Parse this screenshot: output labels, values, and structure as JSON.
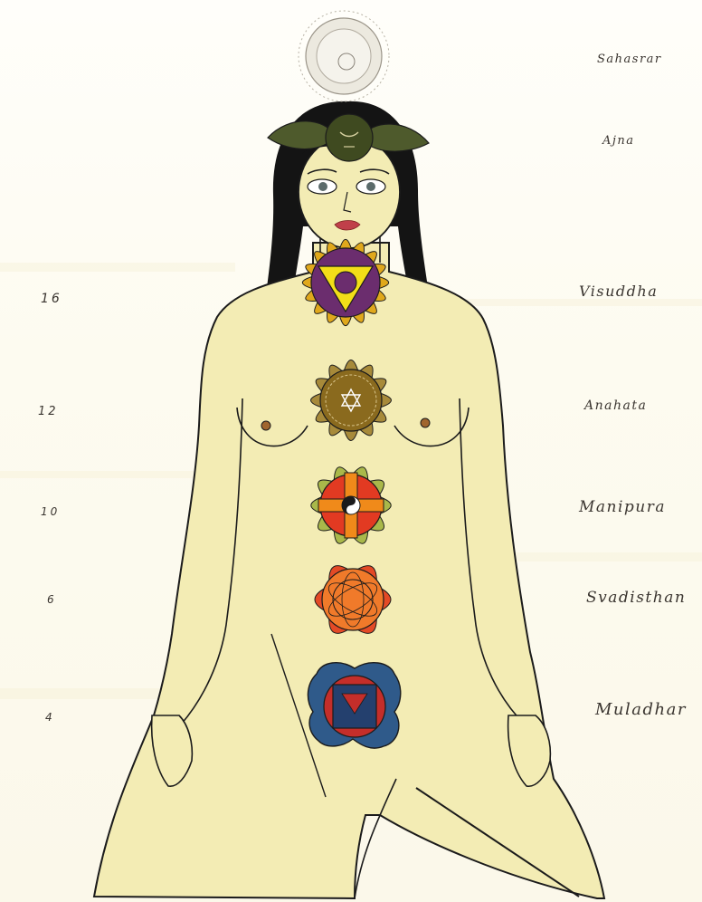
{
  "labels": {
    "sahasrar": "Sahasrar",
    "ajna": "Ajna",
    "visuddha": "Visuddha",
    "anahata": "Anahata",
    "manipura": "Manipura",
    "svadisthan": "Svadisthan",
    "muladhar": "Muladhar"
  },
  "petal_counts": {
    "visuddha": "16",
    "anahata": "12",
    "manipura": "10",
    "svadisthan": "6",
    "muladhar": "4"
  },
  "colors": {
    "skin": "#f3ecb4",
    "hair": "#141414",
    "sahasrar": "#ece9df",
    "ajna": "#4e5a2c",
    "visuddha_outer": "#e0a81c",
    "visuddha_inner": "#6b2d6e",
    "visuddha_triangle": "#f2de18",
    "anahata": "#8a6a1e",
    "manipura_petals": "#a9b84a",
    "manipura_square": "#f08a1a",
    "manipura_circle": "#e23a22",
    "svadisthan": "#e34a26",
    "muladhar_outer": "#2f5a8a",
    "muladhar_inner": "#c42e2a"
  }
}
